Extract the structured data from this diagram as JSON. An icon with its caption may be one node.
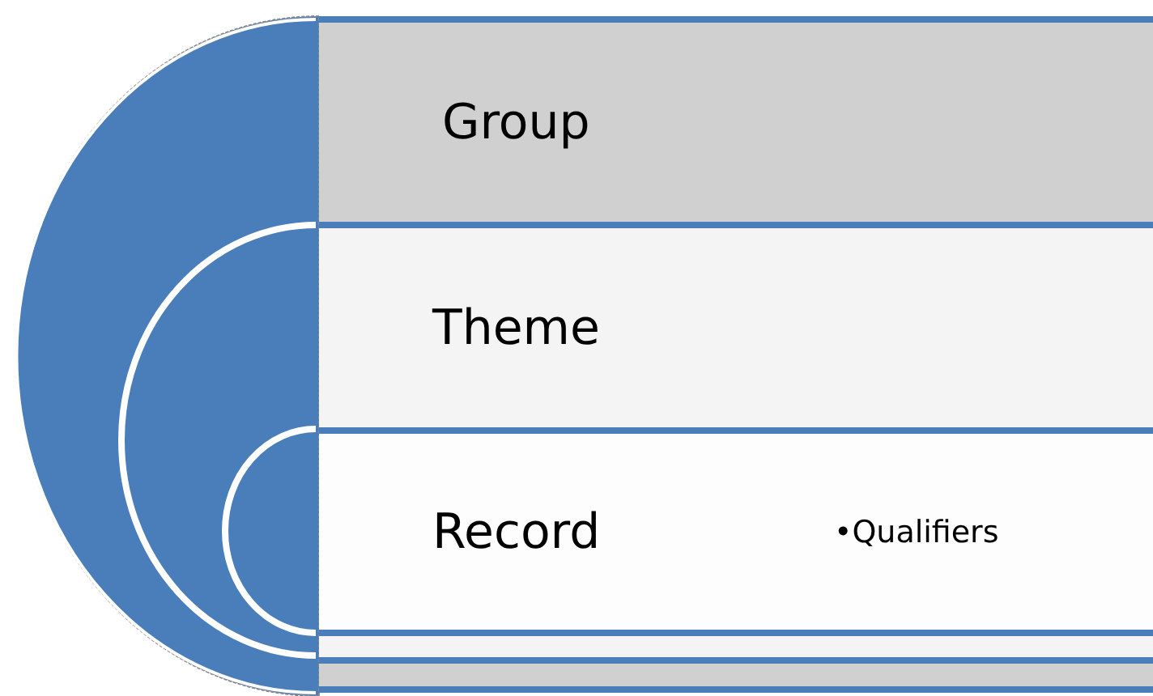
{
  "diagram": {
    "nodes": [
      {
        "text": [
          "Group"
        ]
      },
      {
        "text": [
          "Theme"
        ]
      },
      {
        "text": [
          "Record",
          "•Qualifiers"
        ]
      },
      {
        "text": [],
        "shape": "bar"
      },
      {
        "text": [],
        "shape": "bar"
      }
    ]
  }
}
